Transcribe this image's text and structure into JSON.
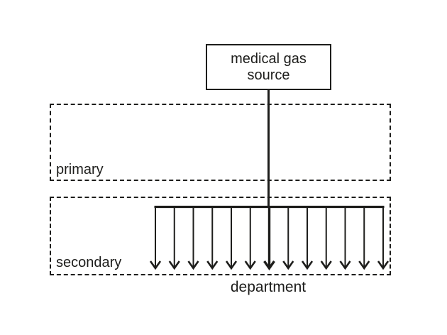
{
  "diagram": {
    "source_box": {
      "line1": "medical gas",
      "line2": "source"
    },
    "zones": [
      {
        "label": "primary"
      },
      {
        "label": "secondary"
      }
    ],
    "department_label": "department",
    "distribution": {
      "arrow_count": 13,
      "center_arrow_index": 6
    },
    "colors": {
      "line": "#1d1d1b",
      "background": "#ffffff"
    }
  }
}
